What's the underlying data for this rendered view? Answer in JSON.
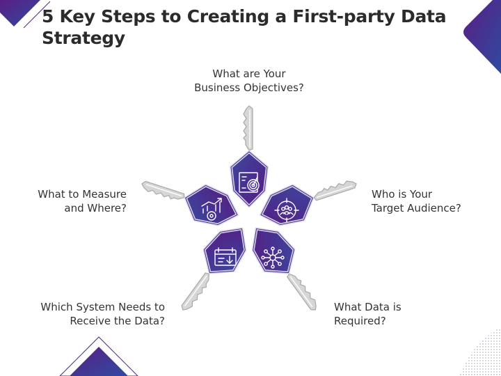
{
  "title": "5 Key Steps to Creating a First-party Data Strategy",
  "steps": [
    {
      "lines": [
        "What are Your",
        "Business Objectives?"
      ],
      "icon": "target-chart-icon"
    },
    {
      "lines": [
        "Who is Your",
        "Target Audience?"
      ],
      "icon": "audience-target-icon"
    },
    {
      "lines": [
        "What Data is",
        "Required?"
      ],
      "icon": "data-network-icon"
    },
    {
      "lines": [
        "Which System Needs to",
        "Receive the Data?"
      ],
      "icon": "system-board-icon"
    },
    {
      "lines": [
        "What to Measure",
        "and Where?"
      ],
      "icon": "growth-gear-icon"
    }
  ],
  "colors": {
    "accent_purple": "#5a1f83",
    "accent_blue": "#3b3f99",
    "key_gray": "#cfcfcf",
    "text": "#2b2b2b"
  }
}
